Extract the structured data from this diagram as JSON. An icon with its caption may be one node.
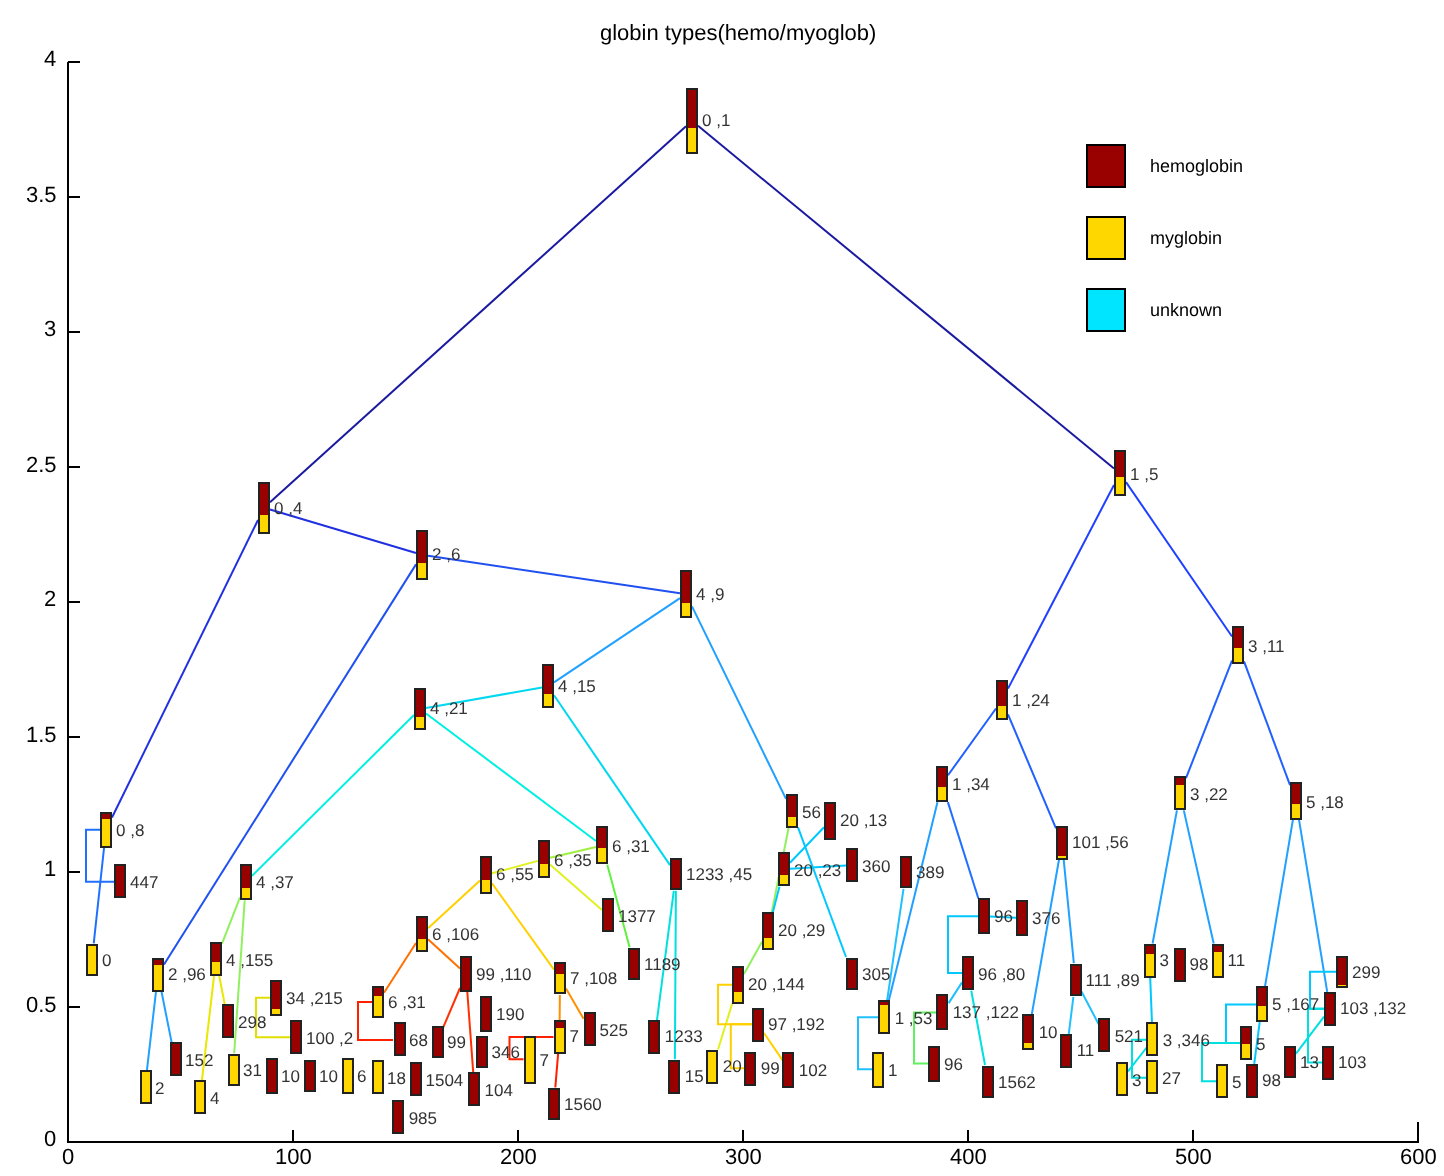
{
  "diagram": {
    "title": "globin types(hemo/myoglob)",
    "nodes": [
      {
        "text": [
          "0 ,1"
        ]
      },
      {
        "text": [
          "0 ,4"
        ]
      },
      {
        "text": [
          "1 ,5"
        ]
      },
      {
        "text": [
          "2 ,6"
        ]
      },
      {
        "text": [
          "4 ,9"
        ]
      },
      {
        "text": [
          "3 ,11"
        ]
      },
      {
        "text": [
          "1 ,24"
        ]
      },
      {
        "text": [
          "4 ,21"
        ]
      },
      {
        "text": [
          "4 ,15"
        ]
      },
      {
        "text": [
          "1 ,34"
        ]
      },
      {
        "text": [
          "5 ,18"
        ]
      },
      {
        "text": [
          "3 ,22"
        ]
      },
      {
        "text": [
          "56"
        ]
      },
      {
        "text": [
          "0 ,8"
        ]
      },
      {
        "text": [
          "20 ,13"
        ]
      },
      {
        "text": [
          "360"
        ]
      },
      {
        "text": [
          "20 ,23"
        ]
      },
      {
        "text": [
          "101 ,56"
        ]
      },
      {
        "text": [
          "4 ,37"
        ]
      },
      {
        "text": [
          "447"
        ]
      },
      {
        "text": [
          "6 ,31"
        ]
      },
      {
        "text": [
          "6 ,35"
        ]
      },
      {
        "text": [
          "6 ,55"
        ]
      },
      {
        "text": [
          "1233 ,45"
        ]
      },
      {
        "text": [
          "389"
        ]
      },
      {
        "text": [
          "96"
        ]
      },
      {
        "text": [
          "376"
        ]
      },
      {
        "text": [
          "1377"
        ]
      },
      {
        "text": [
          "20 ,29"
        ]
      },
      {
        "text": [
          "6 ,106"
        ]
      },
      {
        "text": [
          "0"
        ]
      },
      {
        "text": [
          "3"
        ]
      },
      {
        "text": [
          "98"
        ]
      },
      {
        "text": [
          "11"
        ]
      },
      {
        "text": [
          "4 ,155"
        ]
      },
      {
        "text": [
          "1189"
        ]
      },
      {
        "text": [
          "305"
        ]
      },
      {
        "text": [
          "2 ,96"
        ]
      },
      {
        "text": [
          "99 ,110"
        ]
      },
      {
        "text": [
          "7 ,108"
        ]
      },
      {
        "text": [
          "111 ,89"
        ]
      },
      {
        "text": [
          "299"
        ]
      },
      {
        "text": [
          "96 ,80"
        ]
      },
      {
        "text": [
          "20 ,144"
        ]
      },
      {
        "text": [
          "103 ,132"
        ]
      },
      {
        "text": [
          "137 ,122"
        ]
      },
      {
        "text": [
          "298"
        ]
      },
      {
        "text": [
          "34 ,215"
        ]
      },
      {
        "text": [
          "6 ,31"
        ]
      },
      {
        "text": [
          "5 ,167"
        ]
      },
      {
        "text": [
          "1 ,53"
        ]
      },
      {
        "text": [
          "97 ,192"
        ]
      },
      {
        "text": [
          "525"
        ]
      },
      {
        "text": [
          "68"
        ]
      },
      {
        "text": [
          "10"
        ]
      },
      {
        "text": [
          "100 ,2"
        ]
      },
      {
        "text": [
          "190"
        ]
      },
      {
        "text": [
          "7"
        ]
      },
      {
        "text": [
          "1233"
        ]
      },
      {
        "text": [
          "346"
        ]
      },
      {
        "text": [
          "5"
        ]
      },
      {
        "text": [
          "521"
        ]
      },
      {
        "text": [
          "3 ,346"
        ]
      },
      {
        "text": [
          "11"
        ]
      },
      {
        "text": [
          "99"
        ]
      },
      {
        "text": [
          "96"
        ]
      },
      {
        "text": [
          "152"
        ]
      },
      {
        "text": [
          "13"
        ]
      },
      {
        "text": [
          "103"
        ]
      },
      {
        "text": [
          "20"
        ]
      },
      {
        "text": [
          "10"
        ]
      },
      {
        "text": [
          "99"
        ]
      },
      {
        "text": [
          "102"
        ]
      },
      {
        "text": [
          "104"
        ]
      },
      {
        "text": [
          "1"
        ]
      },
      {
        "text": [
          "3"
        ]
      },
      {
        "text": [
          "31"
        ]
      },
      {
        "text": [
          "10"
        ]
      },
      {
        "text": [
          "6"
        ]
      },
      {
        "text": [
          "7"
        ]
      },
      {
        "text": [
          "27"
        ]
      },
      {
        "text": [
          "5"
        ]
      },
      {
        "text": [
          "15"
        ]
      },
      {
        "text": [
          "98"
        ]
      },
      {
        "text": [
          "18"
        ]
      },
      {
        "text": [
          "1504"
        ]
      },
      {
        "text": [
          "1562"
        ]
      },
      {
        "text": [
          "2"
        ]
      },
      {
        "text": [
          "4"
        ]
      },
      {
        "text": [
          "985"
        ]
      },
      {
        "text": [
          "1560"
        ]
      }
    ],
    "edges": [
      {
        "from": 0,
        "to": 1,
        "arrow": "none",
        "color": "#1a1aa0"
      },
      {
        "from": 0,
        "to": 2,
        "arrow": "none",
        "color": "#1a1aa0"
      },
      {
        "from": 1,
        "to": 13,
        "arrow": "none",
        "color": "#2030e0"
      },
      {
        "from": 1,
        "to": 3,
        "arrow": "none",
        "color": "#2030e0"
      },
      {
        "from": 13,
        "to": 19,
        "arrow": "none",
        "color": "#2070ff"
      },
      {
        "from": 13,
        "to": 30,
        "arrow": "none",
        "color": "#2070ff"
      },
      {
        "from": 3,
        "to": 37,
        "arrow": "none",
        "color": "#2050f0"
      },
      {
        "from": 3,
        "to": 4,
        "arrow": "none",
        "color": "#2050f0"
      },
      {
        "from": 37,
        "to": 66,
        "arrow": "none",
        "color": "#20a0ff"
      },
      {
        "from": 37,
        "to": 87,
        "arrow": "none",
        "color": "#20a0ff"
      },
      {
        "from": 4,
        "to": 8,
        "arrow": "none",
        "color": "#20a0ff"
      },
      {
        "from": 4,
        "to": 12,
        "arrow": "none",
        "color": "#20a0ff"
      },
      {
        "from": 8,
        "to": 7,
        "arrow": "none",
        "color": "#00d8f0"
      },
      {
        "from": 8,
        "to": 23,
        "arrow": "none",
        "color": "#00d8f0"
      },
      {
        "from": 7,
        "to": 18,
        "arrow": "none",
        "color": "#00f0e0"
      },
      {
        "from": 7,
        "to": 20,
        "arrow": "none",
        "color": "#00f0e0"
      },
      {
        "from": 18,
        "to": 34,
        "arrow": "none",
        "color": "#90f060"
      },
      {
        "from": 18,
        "to": 76,
        "arrow": "none",
        "color": "#90f060"
      },
      {
        "from": 34,
        "to": 46,
        "arrow": "none",
        "color": "#e8e800"
      },
      {
        "from": 34,
        "to": 88,
        "arrow": "none",
        "color": "#e8e800"
      },
      {
        "from": 20,
        "to": 21,
        "arrow": "none",
        "color": "#a0f040"
      },
      {
        "from": 20,
        "to": 35,
        "arrow": "none",
        "color": "#60f040"
      },
      {
        "from": 21,
        "to": 22,
        "arrow": "none",
        "color": "#e0f020"
      },
      {
        "from": 21,
        "to": 27,
        "arrow": "none",
        "color": "#e0f020"
      },
      {
        "from": 22,
        "to": 29,
        "arrow": "none",
        "color": "#ffd000"
      },
      {
        "from": 22,
        "to": 39,
        "arrow": "none",
        "color": "#ffd000"
      },
      {
        "from": 29,
        "to": 38,
        "arrow": "none",
        "color": "#ff7000"
      },
      {
        "from": 29,
        "to": 48,
        "arrow": "none",
        "color": "#ff7000"
      },
      {
        "from": 38,
        "to": 64,
        "arrow": "none",
        "color": "#ff3000"
      },
      {
        "from": 38,
        "to": 73,
        "arrow": "none",
        "color": "#ff3000"
      },
      {
        "from": 39,
        "to": 52,
        "arrow": "none",
        "color": "#ff9000"
      },
      {
        "from": 39,
        "to": 57,
        "arrow": "none",
        "color": "#ff9000"
      },
      {
        "from": 57,
        "to": 90,
        "arrow": "none",
        "color": "#ff2000"
      },
      {
        "from": 57,
        "to": 79,
        "arrow": "none",
        "color": "#ff2000"
      },
      {
        "from": 48,
        "to": 53,
        "arrow": "none",
        "color": "#ff2000"
      },
      {
        "from": 47,
        "to": 55,
        "arrow": "none",
        "color": "#e0e000"
      },
      {
        "from": 23,
        "to": 58,
        "arrow": "none",
        "color": "#00e0e0"
      },
      {
        "from": 23,
        "to": 82,
        "arrow": "none",
        "color": "#00e0e0"
      },
      {
        "from": 12,
        "to": 28,
        "arrow": "none",
        "color": "#90f060"
      },
      {
        "from": 12,
        "to": 36,
        "arrow": "none",
        "color": "#00c8ff"
      },
      {
        "from": 28,
        "to": 16,
        "arrow": "none",
        "color": "#00c8ff"
      },
      {
        "from": 28,
        "to": 43,
        "arrow": "none",
        "color": "#90f060"
      },
      {
        "from": 16,
        "to": 14,
        "arrow": "none",
        "color": "#00c8ff"
      },
      {
        "from": 16,
        "to": 15,
        "arrow": "none",
        "color": "#00c8ff"
      },
      {
        "from": 43,
        "to": 69,
        "arrow": "none",
        "color": "#e0f020"
      },
      {
        "from": 43,
        "to": 51,
        "arrow": "none",
        "color": "#ffd000"
      },
      {
        "from": 51,
        "to": 71,
        "arrow": "none",
        "color": "#ffd000"
      },
      {
        "from": 51,
        "to": 72,
        "arrow": "none",
        "color": "#ffd000"
      },
      {
        "from": 2,
        "to": 6,
        "arrow": "none",
        "color": "#2040ff"
      },
      {
        "from": 2,
        "to": 5,
        "arrow": "none",
        "color": "#2040ff"
      },
      {
        "from": 6,
        "to": 9,
        "arrow": "none",
        "color": "#2060ff"
      },
      {
        "from": 6,
        "to": 17,
        "arrow": "none",
        "color": "#2060ff"
      },
      {
        "from": 9,
        "to": 50,
        "arrow": "none",
        "color": "#20a0ff"
      },
      {
        "from": 9,
        "to": 25,
        "arrow": "none",
        "color": "#2070ff"
      },
      {
        "from": 50,
        "to": 24,
        "arrow": "none",
        "color": "#20c0ff"
      },
      {
        "from": 50,
        "to": 74,
        "arrow": "none",
        "color": "#20c0ff"
      },
      {
        "from": 25,
        "to": 26,
        "arrow": "none",
        "color": "#00c8ff"
      },
      {
        "from": 25,
        "to": 42,
        "arrow": "none",
        "color": "#00c8ff"
      },
      {
        "from": 42,
        "to": 45,
        "arrow": "none",
        "color": "#20c0ff"
      },
      {
        "from": 42,
        "to": 86,
        "arrow": "none",
        "color": "#00e0e0"
      },
      {
        "from": 45,
        "to": 65,
        "arrow": "none",
        "color": "#60f060"
      },
      {
        "from": 17,
        "to": 54,
        "arrow": "none",
        "color": "#20a0ff"
      },
      {
        "from": 17,
        "to": 40,
        "arrow": "none",
        "color": "#20a0ff"
      },
      {
        "from": 40,
        "to": 63,
        "arrow": "none",
        "color": "#20c0ff"
      },
      {
        "from": 40,
        "to": 61,
        "arrow": "none",
        "color": "#20c0ff"
      },
      {
        "from": 5,
        "to": 11,
        "arrow": "none",
        "color": "#2060ff"
      },
      {
        "from": 5,
        "to": 10,
        "arrow": "none",
        "color": "#2060ff"
      },
      {
        "from": 11,
        "to": 31,
        "arrow": "none",
        "color": "#20a0ff"
      },
      {
        "from": 11,
        "to": 33,
        "arrow": "none",
        "color": "#20a0ff"
      },
      {
        "from": 31,
        "to": 62,
        "arrow": "none",
        "color": "#00c8ff"
      },
      {
        "from": 62,
        "to": 75,
        "arrow": "none",
        "color": "#00e0e0"
      },
      {
        "from": 62,
        "to": 80,
        "arrow": "none",
        "color": "#00e0e0"
      },
      {
        "from": 10,
        "to": 49,
        "arrow": "none",
        "color": "#20a0ff"
      },
      {
        "from": 10,
        "to": 44,
        "arrow": "none",
        "color": "#20a0ff"
      },
      {
        "from": 49,
        "to": 60,
        "arrow": "none",
        "color": "#00c8ff"
      },
      {
        "from": 49,
        "to": 83,
        "arrow": "none",
        "color": "#00c8ff"
      },
      {
        "from": 60,
        "to": 81,
        "arrow": "none",
        "color": "#00e0e0"
      },
      {
        "from": 44,
        "to": 41,
        "arrow": "none",
        "color": "#00c8ff"
      },
      {
        "from": 44,
        "to": 68,
        "arrow": "none",
        "color": "#00e0e0"
      },
      {
        "from": 44,
        "to": 67,
        "arrow": "none",
        "color": "#00e0e0"
      }
    ],
    "labels": [
      "0",
      "100",
      "200",
      "300",
      "400",
      "500",
      "600",
      "0",
      "0.5",
      "1",
      "1.5",
      "2",
      "2.5",
      "3",
      "3.5",
      "4"
    ],
    "legend": [
      {
        "text": "hemoglobin",
        "color": "#990000"
      },
      {
        "text": "myglobin",
        "color": "#ffd700"
      },
      {
        "text": "unknown",
        "color": "#00e5ff"
      }
    ]
  }
}
